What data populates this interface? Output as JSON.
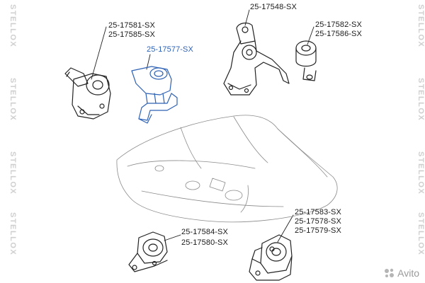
{
  "brand": {
    "watermark": "STELLOX",
    "footer": "Avito"
  },
  "colors": {
    "highlight": "#2f62b5",
    "outline": "#222222",
    "watermark": "#cfcfcf"
  },
  "groups": [
    {
      "id": "g1",
      "labels": [
        "25-17581-SX",
        "25-17585-SX"
      ]
    },
    {
      "id": "g2",
      "labels": [
        "25-17577-SX"
      ]
    },
    {
      "id": "g3",
      "labels": [
        "25-17548-SX"
      ]
    },
    {
      "id": "g4",
      "labels": [
        "25-17582-SX",
        "25-17586-SX"
      ]
    },
    {
      "id": "g5",
      "labels": [
        "25-17584-SX",
        "25-17580-SX"
      ]
    },
    {
      "id": "g6",
      "labels": [
        "25-17583-SX",
        "25-17578-SX",
        "25-17579-SX"
      ]
    }
  ]
}
